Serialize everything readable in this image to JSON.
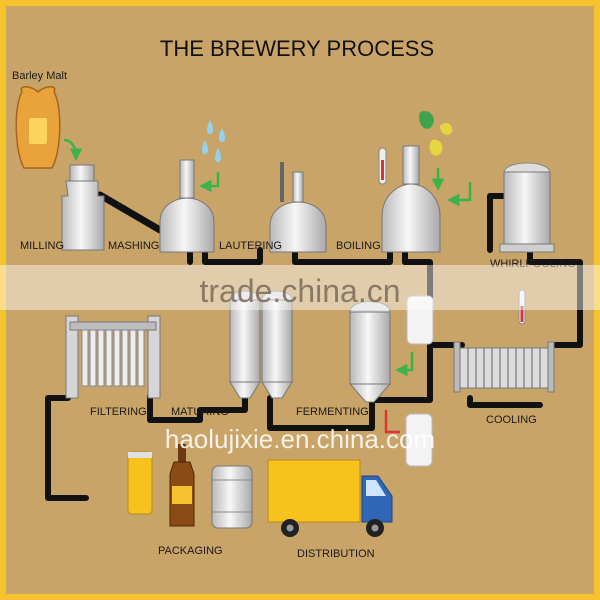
{
  "title": "THE BREWERY PROCESS",
  "input": {
    "label": "Barley Malt",
    "icon": "malt-sack-icon"
  },
  "steps": [
    {
      "label": "MILLING",
      "icon": "mill-hopper-icon"
    },
    {
      "label": "MASHING",
      "icon": "mash-tun-icon"
    },
    {
      "label": "LAUTERING",
      "icon": "lauter-tun-icon"
    },
    {
      "label": "BOILING",
      "icon": "boil-kettle-icon"
    },
    {
      "label": "WHIRLPOOLING",
      "icon": "whirlpool-tank-icon"
    },
    {
      "label": "COOLING",
      "icon": "plate-heat-exchanger-icon"
    },
    {
      "label": "FERMENTING",
      "icon": "fermenter-icon"
    },
    {
      "label": "MATURING",
      "icon": "maturing-tanks-icon"
    },
    {
      "label": "FILTERING",
      "icon": "filter-press-icon"
    },
    {
      "label": "PACKAGING",
      "icon": "packaging-products-icon"
    },
    {
      "label": "DISTRIBUTION",
      "icon": "delivery-truck-icon"
    }
  ],
  "watermarks": {
    "top": "trade.china.cn",
    "bottom": "haolujixie.en.china.com"
  },
  "colors": {
    "background": "#C9A468",
    "border": "#F6C22E",
    "pipe": "#111111",
    "arrow": "#3BB34A",
    "vessel": "#E9E9EA",
    "malt": "#F3B23A",
    "truck_cargo": "#F7C21E",
    "truck_cab": "#2F66B5"
  }
}
